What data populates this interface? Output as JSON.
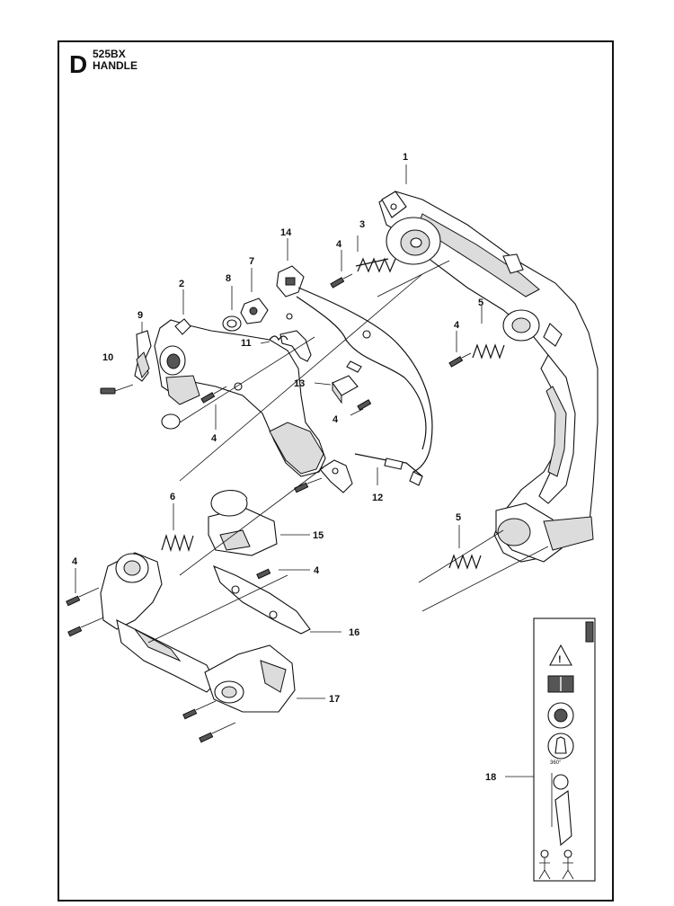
{
  "header": {
    "section_letter": "D",
    "model": "525BX",
    "assembly": "HANDLE"
  },
  "callouts": {
    "p1": "1",
    "p2": "2",
    "p3": "3",
    "p4a": "4",
    "p4b": "4",
    "p4c": "4",
    "p4d": "4",
    "p4e": "4",
    "p4f": "4",
    "p5a": "5",
    "p5b": "5",
    "p6": "6",
    "p7": "7",
    "p8": "8",
    "p9": "9",
    "p10": "10",
    "p11": "11",
    "p12": "12",
    "p13": "13",
    "p14": "14",
    "p15": "15",
    "p16": "16",
    "p17": "17",
    "p18": "18"
  }
}
